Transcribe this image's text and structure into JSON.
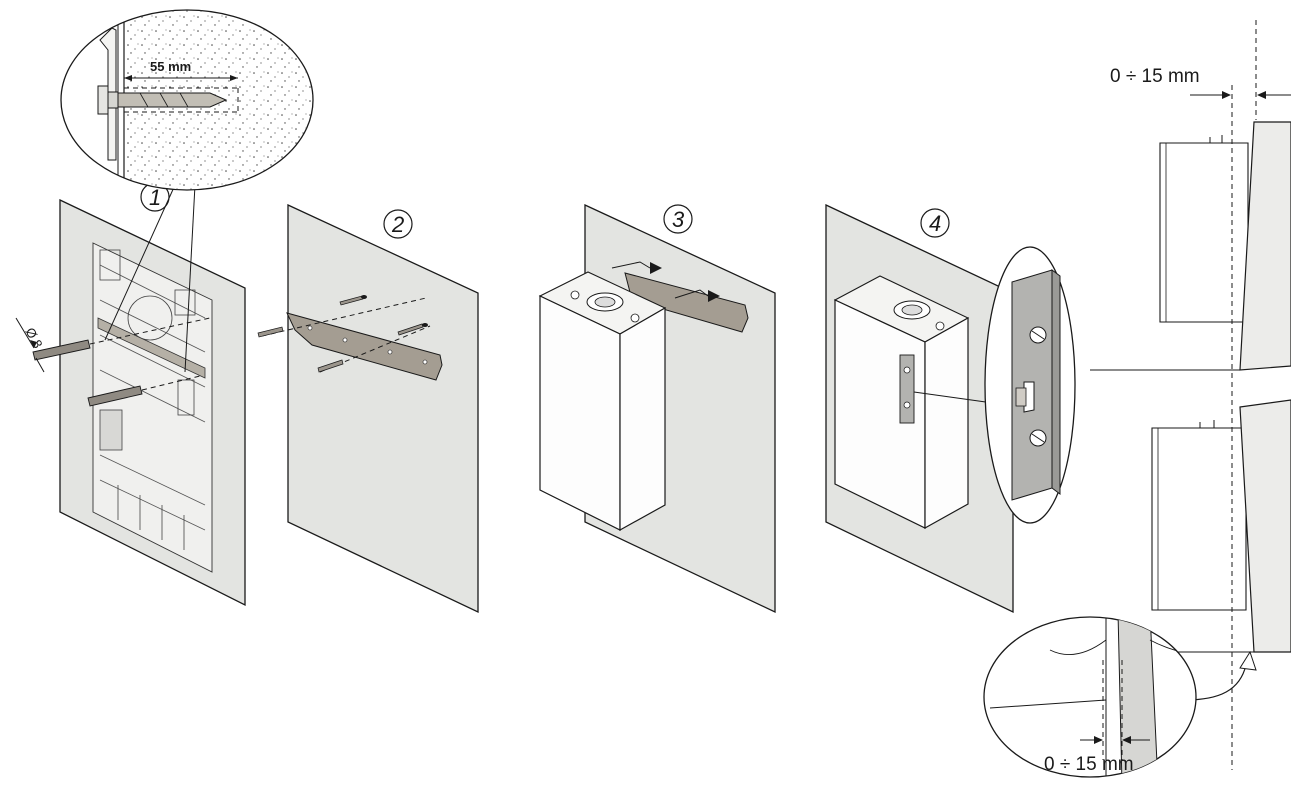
{
  "labels": {
    "anchor_depth": "55 mm",
    "drill_diameter": "Ø 8",
    "gap_top": "0 ÷ 15 mm",
    "gap_bottom": "0 ÷ 15 mm"
  },
  "steps": [
    "1",
    "2",
    "3",
    "4"
  ],
  "colors": {
    "wall": "#e3e4e1",
    "bracket": "#a49d92",
    "line": "#1a1a1a"
  }
}
